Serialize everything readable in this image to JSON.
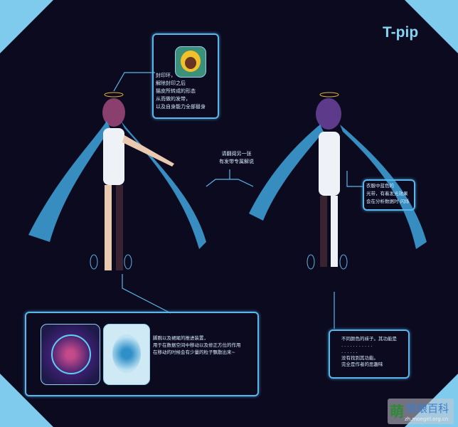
{
  "title": "T-pip",
  "colors": {
    "background": "#0c0a1f",
    "accent": "#5bb6ea",
    "corner": "#7fcbee"
  },
  "notes": {
    "seal": "封印环，\n解除封印之后\n猫皮所转成的形态\n从而做的发带，\n以及自身能力全部替身",
    "hair_ribbon": "请翻阅另一张\n有发带专属解说",
    "clothing_glow": "衣服中蓝色的\n光带，有着发光效果\n会在分析数据时 闪烁",
    "thrusters": "脚腕以及裙尾的推进装置，\n用于在数据空间中移动以及修正方位的作用\n在移动的时候会有少量的粒子飘散出来~",
    "socks": "不同颜色的袜子。其功能是\n. . . . . . . . . . .\n. . . . . .\n没有找到其功能。\n完全是作者的恶趣味"
  },
  "watermark": {
    "logo": "萌",
    "name": "萌娘百科",
    "url": "zh.moegirl.org.cn"
  }
}
